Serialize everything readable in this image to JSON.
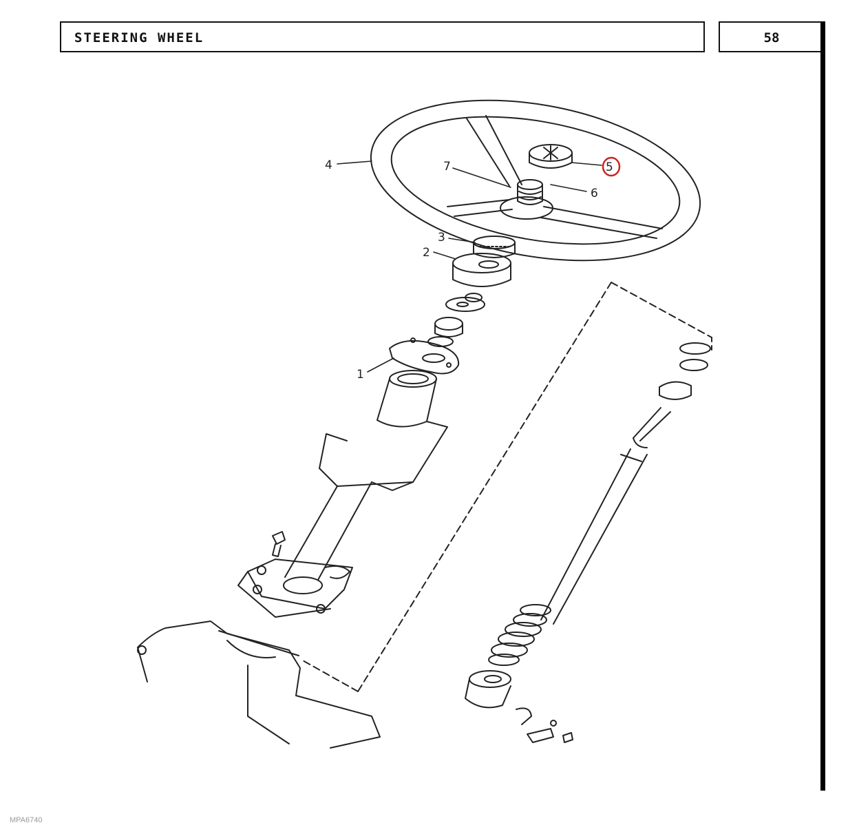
{
  "header": {
    "title": "STEERING WHEEL",
    "page_number": "58"
  },
  "callouts": {
    "c1": "1",
    "c2": "2",
    "c3": "3",
    "c4": "4",
    "c5": "5",
    "c6": "6",
    "c7": "7"
  },
  "highlight": {
    "part": "5",
    "color": "#cc2222"
  },
  "footer": {
    "reference": "MPA6740"
  },
  "parts": [
    "steering-wheel",
    "horn-cap",
    "nut",
    "washer",
    "bushing",
    "bearing",
    "flange",
    "steering-column",
    "steering-shaft",
    "universal-joint"
  ]
}
